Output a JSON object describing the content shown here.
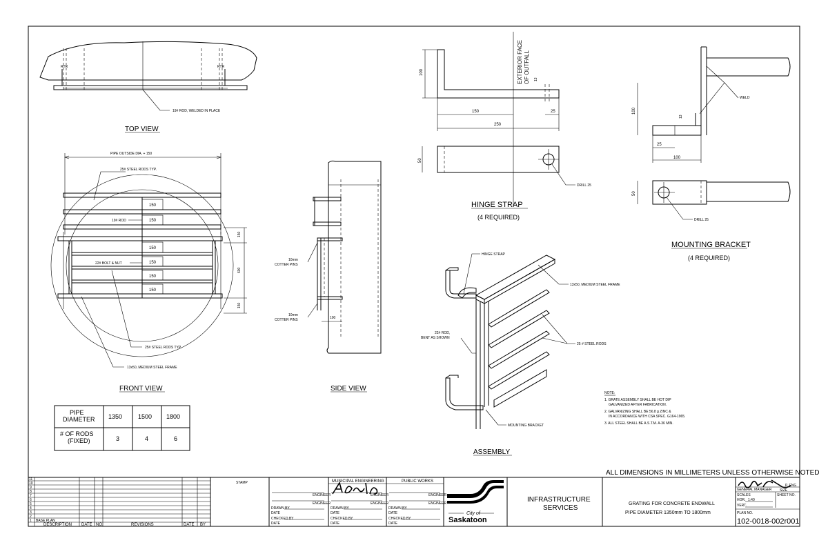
{
  "views": {
    "top_view": {
      "title": "TOP VIEW",
      "rod_note": "19# ROD, WELDED IN PLACE",
      "tag_left": "RTR",
      "tag_right": "RTR"
    },
    "front_view": {
      "title": "FRONT VIEW",
      "width_dim": "PIPE OUTSIDE DIA. + 150",
      "steel_rods_top": "25# STEEL RODS TYP.",
      "rod_19": "19# ROD",
      "bolt": "22# BOLT & NUT",
      "steel_rods_bottom": "25# STEEL RODS TYP.",
      "frame": "13x50, MEDIUM STEEL FRAME",
      "spacings": [
        "150",
        "150",
        "150",
        "150",
        "150",
        "150"
      ],
      "dim_top": "150",
      "dim_mid": "600",
      "dim_bottom": "150"
    },
    "side_view": {
      "title": "SIDE VIEW",
      "cotter_top": [
        "10mm",
        "COTTER PINS"
      ],
      "cotter_bottom": [
        "10mm",
        "COTTER PINS"
      ],
      "dim": "100"
    },
    "hinge_strap": {
      "title": "HINGE STRAP",
      "required": "(4 REQUIRED)",
      "exterior_face": [
        "EXTERIOR FACE",
        "OF OUTFALL"
      ],
      "dim_100": "100",
      "dim_13": "13",
      "dim_150": "150",
      "dim_25": "25",
      "dim_250": "250",
      "dim_50": "50",
      "drill": "DRILL 25"
    },
    "mounting_bracket": {
      "title": "MOUNTING BRACKET",
      "required": "(4 REQUIRED)",
      "weld": "WELD",
      "dim_100": "100",
      "dim_13": "13",
      "dim_25": "25",
      "dim_100b": "100",
      "dim_50": "50",
      "drill": "DRILL 25"
    },
    "assembly": {
      "title": "ASSEMBLY",
      "hinge_strap": "HINGE STRAP",
      "frame": "13x50, MEDIUM STEEL FRAME",
      "rod_22": [
        "22# ROD,",
        "BENT AS SHOWN"
      ],
      "steel_rods": "25 # STEEL RODS",
      "mounting_bracket": "MOUNTING BRACKET"
    }
  },
  "table": {
    "row1_header": [
      "PIPE",
      "DIAMETER"
    ],
    "diameters": [
      "1350",
      "1500",
      "1800"
    ],
    "row2_header": [
      "# OF RODS",
      "(FIXED)"
    ],
    "rods": [
      "3",
      "4",
      "6"
    ]
  },
  "notes": {
    "title": "NOTE:",
    "items": [
      [
        "1. GRATE ASSEMBLY SHALL BE HOT DIP",
        "GALVANIZED AFTER FABRICATION."
      ],
      [
        "2. GALVANIZING SHALL BE 56.8 g ZINC &",
        "IN ACCORDANCE WITH CSA SPEC. G164-1965."
      ],
      [
        "3. ALL STEEL SHALL BE A.S.T.M. A-36 MIN."
      ]
    ]
  },
  "dimensions_note": "ALL DIMENSIONS IN MILLIMETERS UNLESS OTHERWISE NOTED",
  "title_block": {
    "revision_numbers": [
      "11",
      "10",
      "9",
      "8",
      "7",
      "6",
      "5",
      "4",
      "3",
      "2",
      "1"
    ],
    "base_plan": "BASE PLAN",
    "revision_headers": [
      "DESCRIPTION",
      "DATE",
      "NO.",
      "REVISIONS",
      "DATE",
      "BY"
    ],
    "stamp": "STAMP",
    "municipal_engineering": "MUNICIPAL ENGINEERING",
    "public_works": "PUBLIC WORKS",
    "engineer": "ENGINEER",
    "drawn_by": "DRAWN BY",
    "checked_by": "CHECKED BY",
    "date": "DATE",
    "city_of": "City of",
    "saskatoon": "Saskatoon",
    "department": [
      "INFRASTRUCTURE",
      "SERVICES"
    ],
    "drawing_title": [
      "GRATING FOR CONCRETE ENDWALL",
      "PIPE DIAMETER 1350mm TO 1800mm"
    ],
    "general_manager": "GENERAL MANAGER",
    "p_eng": "P. ENG",
    "scales": "SCALES",
    "hor": "HOR.",
    "scale_value": "1:40",
    "vert": "VERT.",
    "size": "SIZE",
    "sheet_no": "SHEET NO.",
    "plan_no": "PLAN NO.",
    "plan_number": "102-0018-002r001"
  }
}
